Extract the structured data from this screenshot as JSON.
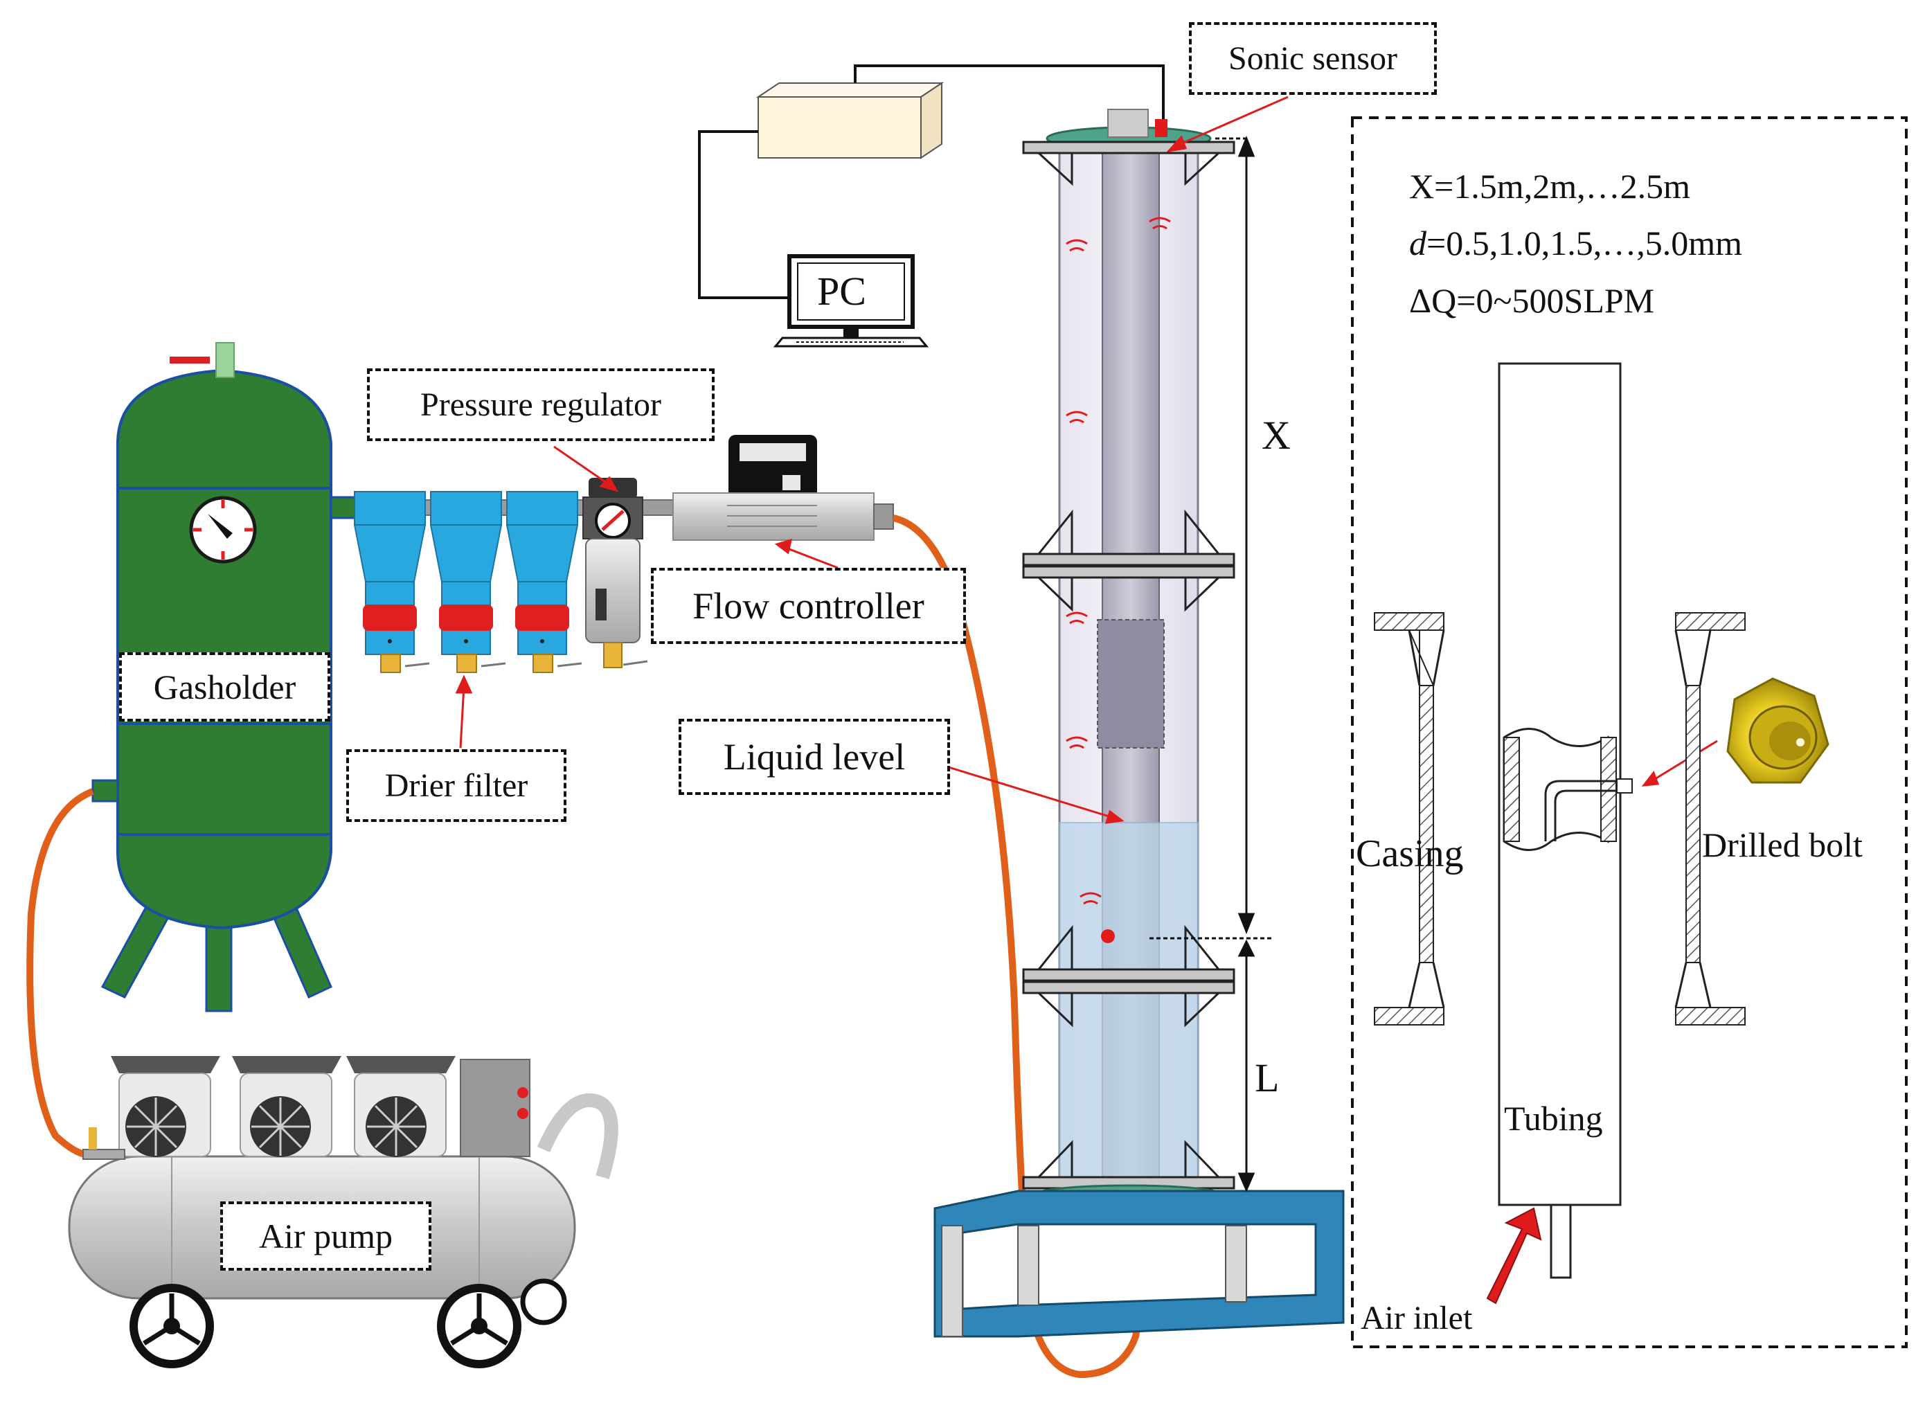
{
  "labels": {
    "sonic_sensor": "Sonic sensor",
    "pc": "PC",
    "pressure_regulator": "Pressure regulator",
    "flow_controller": "Flow controller",
    "gasholder": "Gasholder",
    "drier_filter": "Drier filter",
    "liquid_level": "Liquid level",
    "air_pump": "Air pump",
    "x_dim": "X",
    "l_dim": "L",
    "casing": "Casing",
    "drilled_bolt": "Drilled bolt",
    "tubing": "Tubing",
    "air_inlet": "Air inlet"
  },
  "parameters": {
    "x_range": "X=1.5m,2m,…2.5m",
    "d_symbol": "d",
    "d_range": "=0.5,1.0,1.5,…,5.0mm",
    "q_range": "ΔQ=0~500SLPM"
  },
  "colors": {
    "tank_green": "#2e7d32",
    "tank_edge": "#1a4fa3",
    "filter_blue": "#29a8e0",
    "filter_red": "#e02020",
    "hose_orange": "#e0601a",
    "frame_blue": "#2f86b8",
    "liquid": "#bcd6ea",
    "pointer_red": "#e01b1b",
    "bolt_yellow": "#e6c91f"
  }
}
